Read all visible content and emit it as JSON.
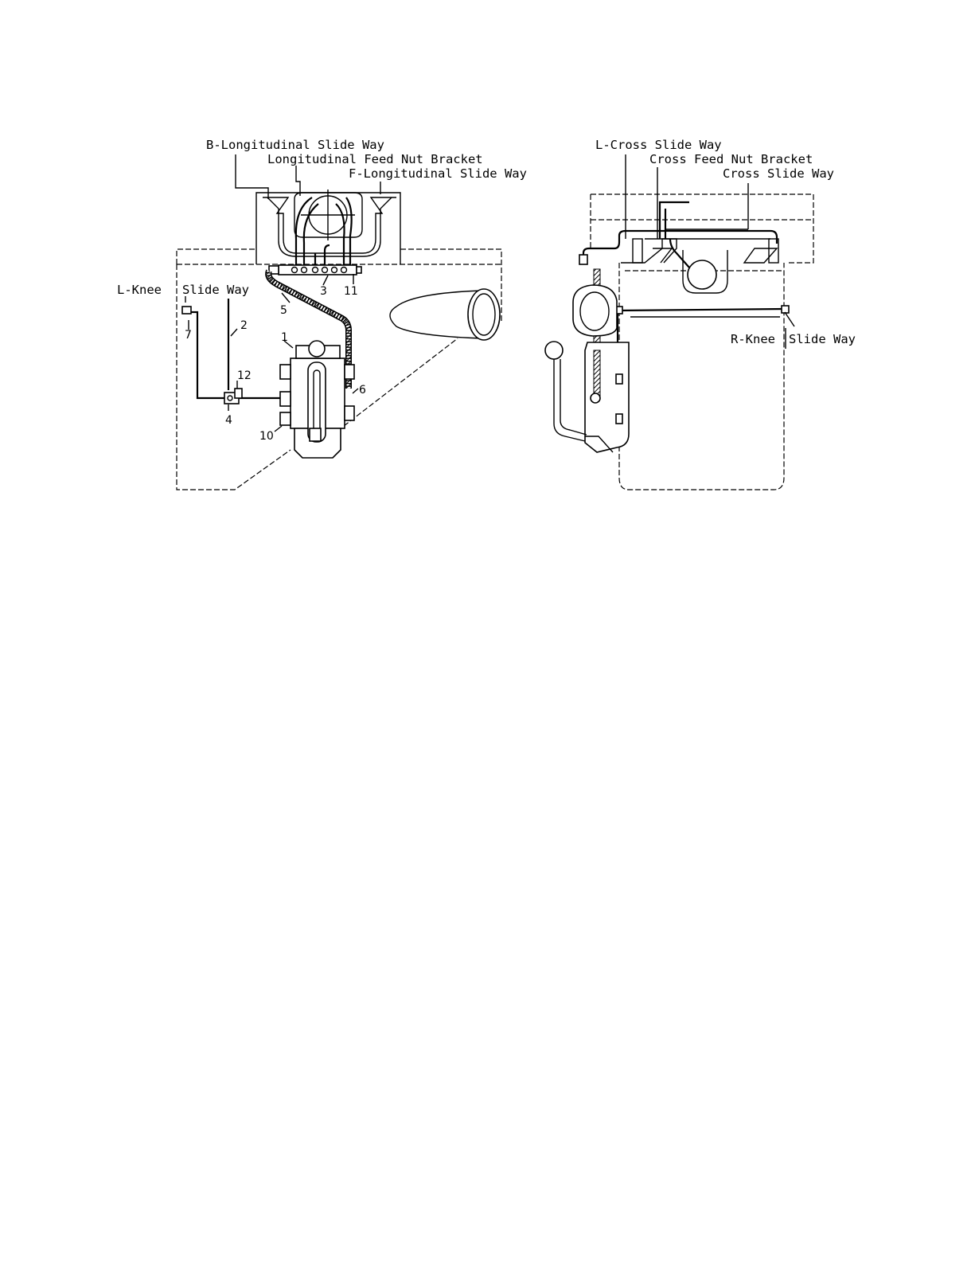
{
  "diagram": {
    "left_view": {
      "labels": {
        "b_long_slide": "B-Longitudinal Slide Way",
        "long_feed_nut": "Longitudinal Feed Nut Bracket",
        "f_long_slide": "F-Longitudinal Slide Way",
        "l_knee_slide_a": "L-Knee",
        "l_knee_slide_b": "Slide Way"
      },
      "callouts": [
        "1",
        "2",
        "3",
        "4",
        "5",
        "6",
        "7",
        "10",
        "11",
        "12"
      ]
    },
    "right_view": {
      "labels": {
        "l_cross_slide": "L-Cross Slide Way",
        "cross_feed_nut": "Cross Feed Nut Bracket",
        "cross_slide": "Cross Slide Way",
        "r_knee_slide_a": "R-Knee",
        "r_knee_slide_b": "Slide Way"
      }
    }
  }
}
